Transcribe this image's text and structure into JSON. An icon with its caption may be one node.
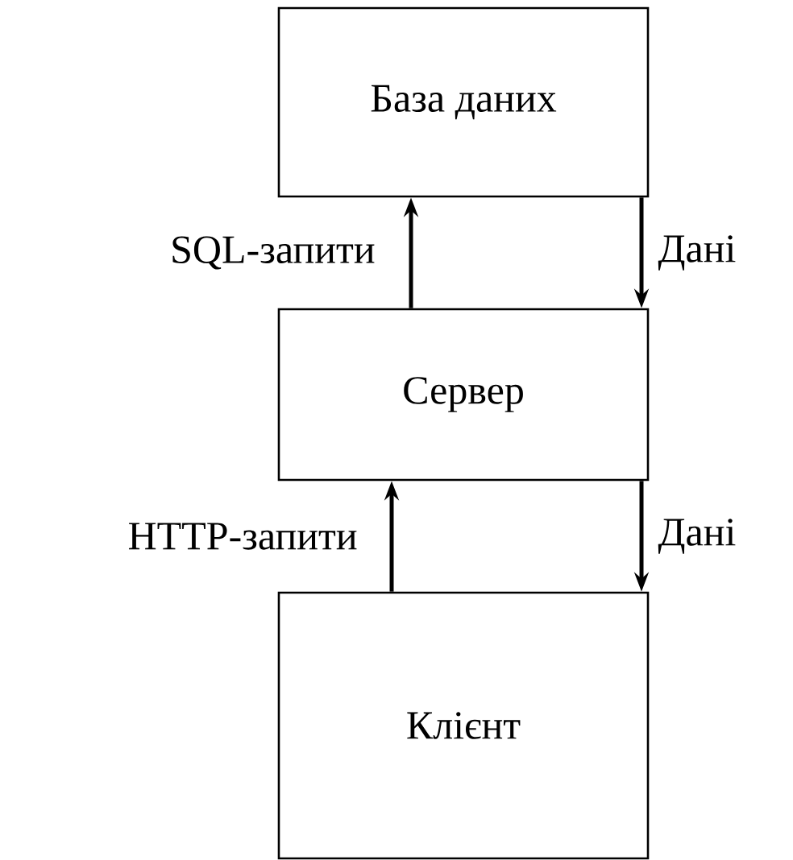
{
  "diagram": {
    "nodes": [
      {
        "text": [
          "База даних"
        ]
      },
      {
        "text": [
          "Сервер"
        ]
      },
      {
        "text": [
          "Клієнт"
        ]
      }
    ],
    "edges": [
      {
        "from": 1,
        "to": 0,
        "arrow": "to",
        "label": "SQL-запити"
      },
      {
        "from": 0,
        "to": 1,
        "arrow": "to",
        "label": "Дані"
      },
      {
        "from": 2,
        "to": 1,
        "arrow": "to",
        "label": "HTTP-запити"
      },
      {
        "from": 1,
        "to": 2,
        "arrow": "to",
        "label": "Дані"
      }
    ]
  }
}
